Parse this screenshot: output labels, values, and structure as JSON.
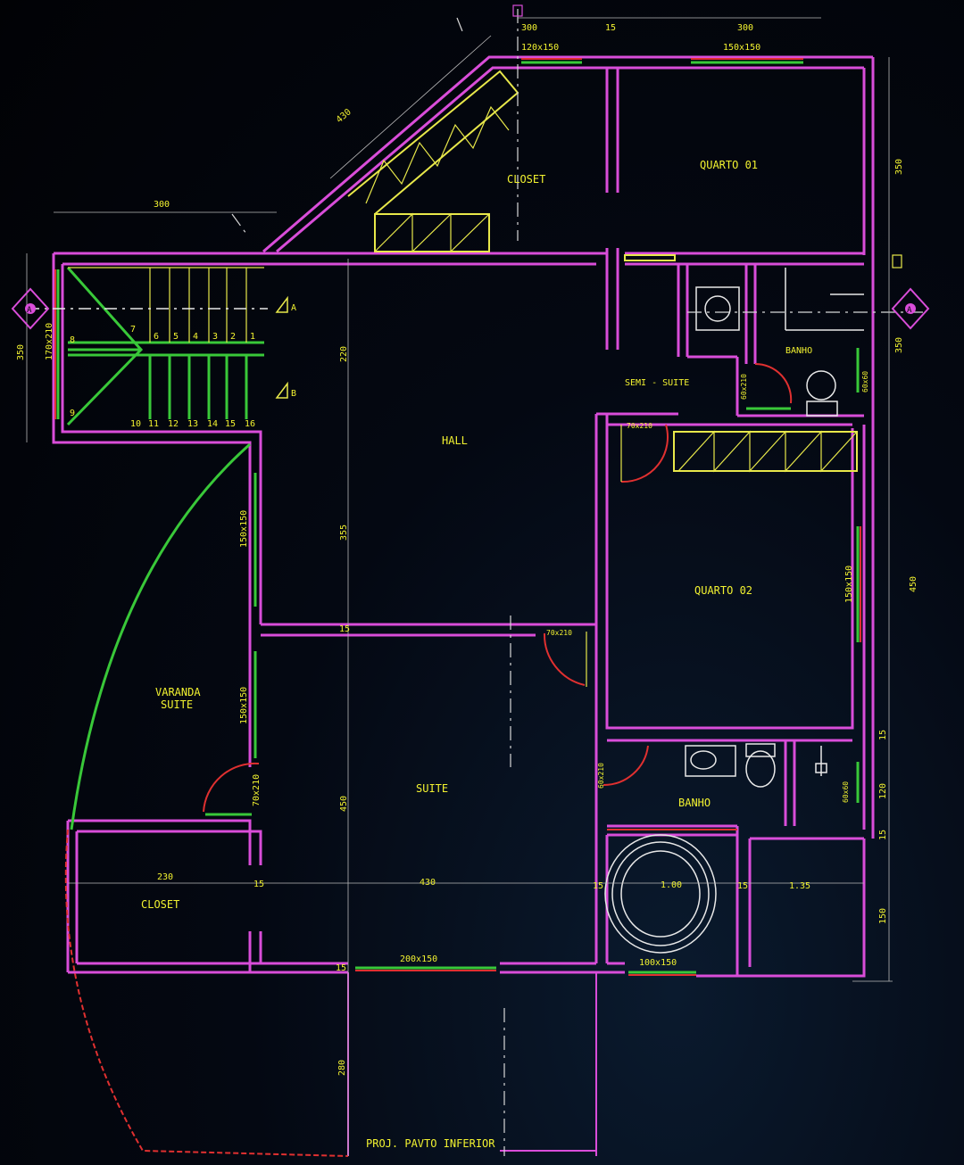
{
  "rooms": {
    "closet_top": "CLOSET",
    "quarto_01": "QUARTO 01",
    "semi_suite": "SEMI - SUITE",
    "banho_top": "BANHO",
    "hall": "HALL",
    "quarto_02": "QUARTO 02",
    "varanda_line1": "VARANDA",
    "varanda_line2": "SUITE",
    "suite": "SUITE",
    "banho_bottom": "BANHO",
    "closet_bottom": "CLOSET",
    "projection": "PROJ. PAVTO INFERIOR"
  },
  "dimensions": {
    "top_left": "300",
    "top_mid": "15",
    "top_right": "300",
    "window_top_left": "120x150",
    "window_top_right": "150x150",
    "diagonal": "430",
    "closet_width": "300",
    "right_top": "350",
    "left_height": "350",
    "left_window": "170x210",
    "hall_upper": "220",
    "hall_lower": "355",
    "window_varanda_upper": "150x150",
    "window_varanda_lower": "150x150",
    "door_varanda": "70x210",
    "window_quarto_02": "150x150",
    "right_mid": "350",
    "right_quarto_02": "450",
    "suite_height": "450",
    "bottom_230": "230",
    "bottom_430": "430",
    "bottom_100": "1.00",
    "bottom_135": "1.35",
    "bottom_150": "150",
    "window_suite": "200x150",
    "window_banho": "100x150",
    "right_120": "120",
    "right_15a": "15",
    "right_15b": "15",
    "bottom_280": "280",
    "small_15_mid": "15",
    "small_15_left": "15",
    "small_15_bottom": "15",
    "small_15_banho": "15",
    "small_15_right": "15",
    "door_semi": "70x210",
    "door_suite": "70x210",
    "door_banho": "60x210",
    "door_banho_top": "60x210",
    "window_banho_small": "60x60",
    "window_banho_top": "60x60"
  },
  "stairs": {
    "steps_top": [
      "7",
      "6",
      "5",
      "4",
      "3",
      "2",
      "1"
    ],
    "steps_bottom": [
      "10",
      "11",
      "12",
      "13",
      "14",
      "15",
      "16"
    ],
    "step_8": "8",
    "step_9": "9"
  },
  "markers": {
    "section_left": "A",
    "section_right": "A",
    "level_upper": "A",
    "level_lower": "B"
  },
  "colors": {
    "walls": "#d94dd9",
    "fixtures": "#e8e84a",
    "windows": "#39c839",
    "doors": "#e03030",
    "text": "#f2f230",
    "background": "#020308"
  }
}
